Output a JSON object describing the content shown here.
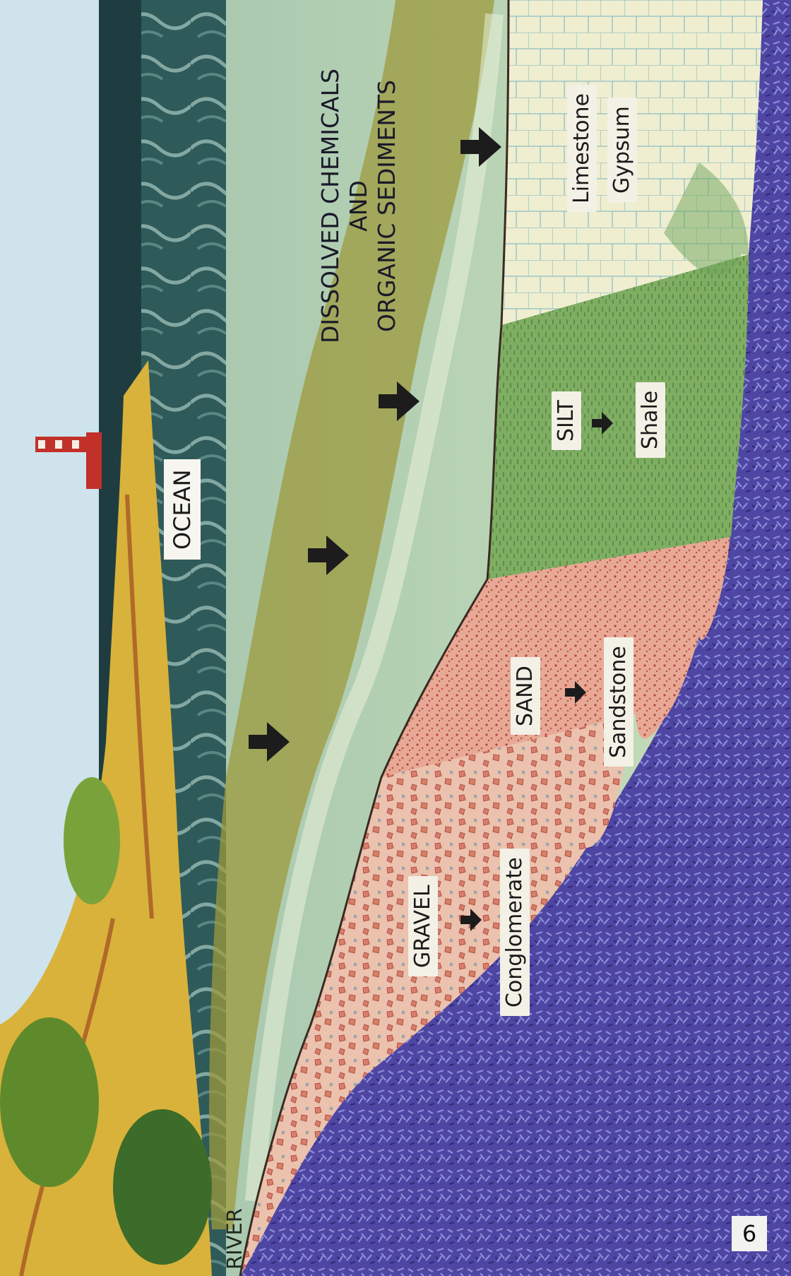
{
  "labels": {
    "ocean": "OCEAN",
    "river": "RIVER",
    "dissolved": [
      "DISSOLVED CHEMICALS",
      "AND",
      "ORGANIC SEDIMENTS"
    ],
    "gravel": "GRAVEL",
    "conglomerate": "Conglomerate",
    "sand": "SAND",
    "sandstone": "Sandstone",
    "silt": "SILT",
    "shale": "Shale",
    "limestone": "Limestone",
    "gypsum": "Gypsum"
  },
  "page_number": "6",
  "colors": {
    "sky": "#cfe3ec",
    "ocean": "#1d3a3e",
    "water": "#b9d6b4",
    "sediment_cloud": "#9c9a3e",
    "gravel": "#e7b8a4",
    "sand": "#e6a28e",
    "silt": "#6ea35a",
    "limestone": "#ecebc8",
    "bedrock": "#5a4ea8",
    "cliff": "#d8b23a",
    "lighthouse": "#c2302a"
  }
}
